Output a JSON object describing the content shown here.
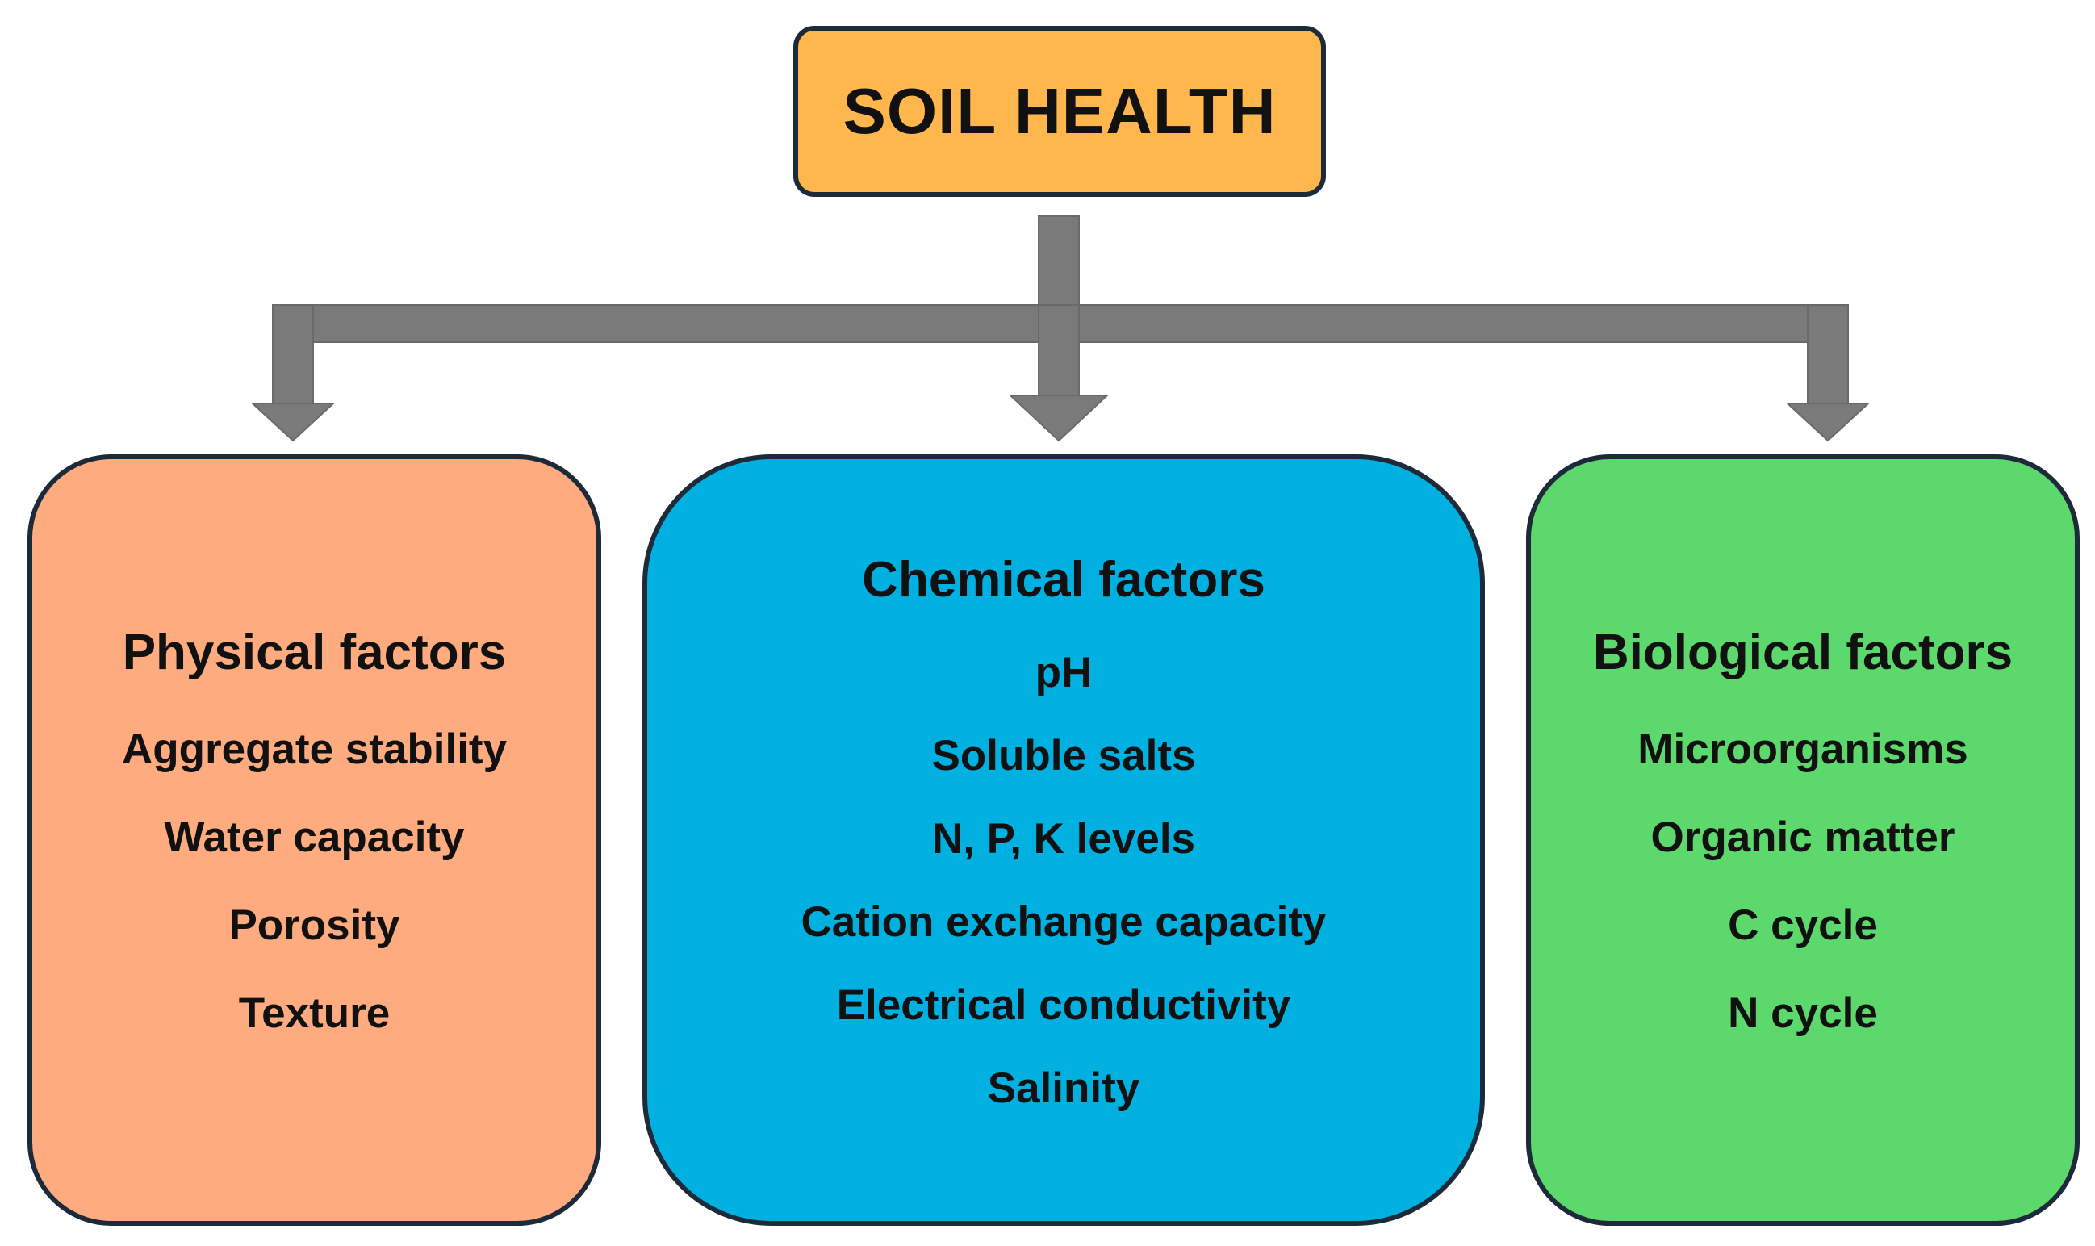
{
  "root": {
    "label": "SOIL HEALTH",
    "color": "#ffb74d"
  },
  "connector_color": "#7a7a7a",
  "border_color": "#1c2a3a",
  "factors": [
    {
      "title": "Physical factors",
      "color": "#ffab80",
      "items": [
        "Aggregate stability",
        "Water capacity",
        "Porosity",
        "Texture"
      ]
    },
    {
      "title": "Chemical factors",
      "color": "#00b0e0",
      "items": [
        "pH",
        "Soluble salts",
        "N, P, K levels",
        "Cation exchange capacity",
        "Electrical conductivity",
        "Salinity"
      ]
    },
    {
      "title": "Biological factors",
      "color": "#5cd86c",
      "items": [
        "Microorganisms",
        "Organic matter",
        "C cycle",
        "N cycle"
      ]
    }
  ]
}
